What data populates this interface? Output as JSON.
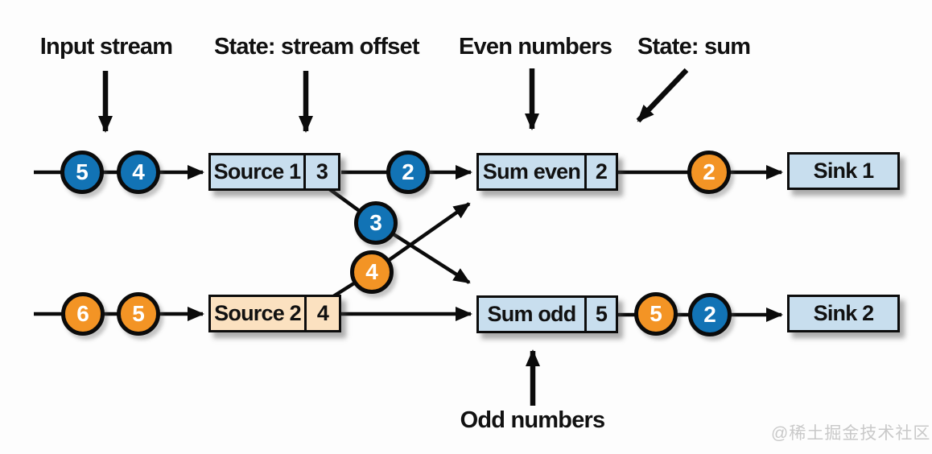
{
  "diagram": {
    "colors": {
      "blue": "#1273b5",
      "orange": "#f39425",
      "light_blue": "#c8deee",
      "peach": "#fbe1c0",
      "line": "#0b0b0b",
      "text": "#111111",
      "watermark": "#c9c9c9"
    },
    "annotations": {
      "input_stream": "Input stream",
      "state_stream_offset": "State: stream offset",
      "even_numbers": "Even numbers",
      "state_sum": "State: sum",
      "odd_numbers": "Odd numbers"
    },
    "nodes": {
      "source1": {
        "label": "Source 1",
        "state": "3",
        "fill": "light_blue"
      },
      "source2": {
        "label": "Source 2",
        "state": "4",
        "fill": "peach"
      },
      "sum_even": {
        "label": "Sum even",
        "state": "2",
        "fill": "light_blue"
      },
      "sum_odd": {
        "label": "Sum odd",
        "state": "5",
        "fill": "light_blue"
      },
      "sink1": {
        "label": "Sink 1",
        "fill": "light_blue"
      },
      "sink2": {
        "label": "Sink 2",
        "fill": "light_blue"
      }
    },
    "tokens": {
      "stream1_in": [
        {
          "value": "5",
          "color": "blue"
        },
        {
          "value": "4",
          "color": "blue"
        }
      ],
      "stream1_mid": [
        {
          "value": "2",
          "color": "blue"
        }
      ],
      "stream1_out": [
        {
          "value": "2",
          "color": "orange"
        }
      ],
      "stream2_in": [
        {
          "value": "6",
          "color": "orange"
        },
        {
          "value": "5",
          "color": "orange"
        }
      ],
      "cross_to_sum_odd": {
        "value": "3",
        "color": "blue"
      },
      "cross_to_sum_even": {
        "value": "4",
        "color": "orange"
      },
      "stream2_out": [
        {
          "value": "5",
          "color": "orange"
        },
        {
          "value": "2",
          "color": "blue"
        }
      ]
    },
    "watermark": "@稀土掘金技术社区"
  }
}
